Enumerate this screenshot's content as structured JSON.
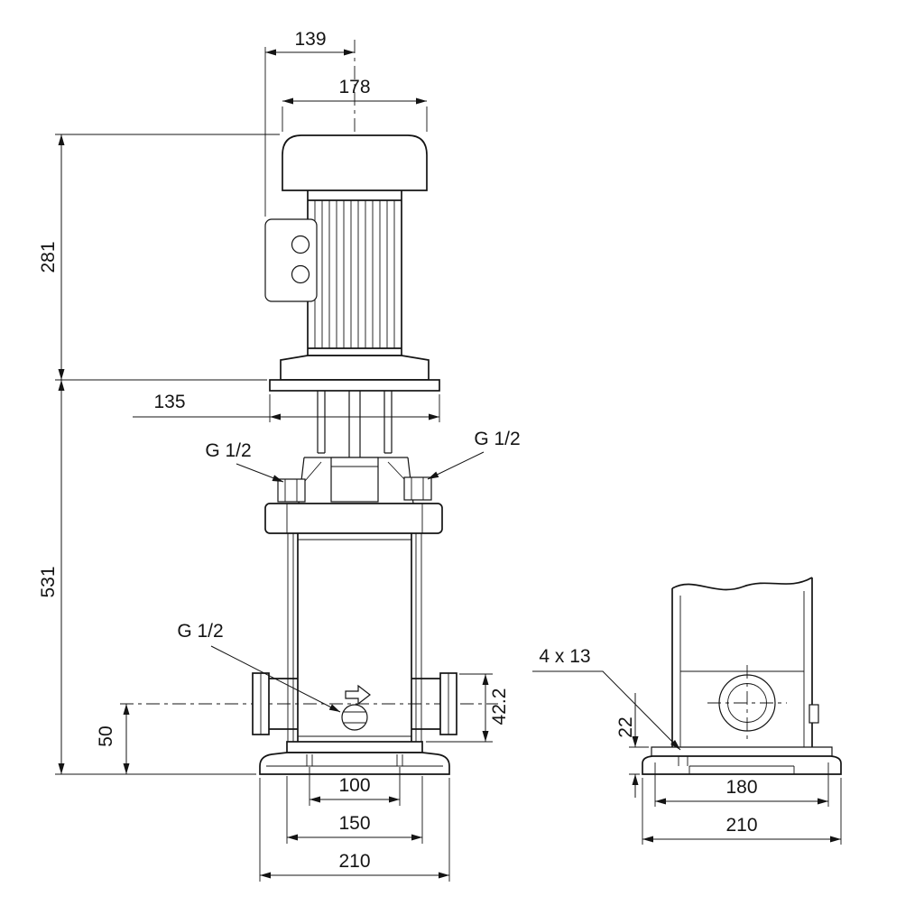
{
  "front": {
    "d139": "139",
    "d178": "178",
    "d281": "281",
    "d531": "531",
    "d135": "135",
    "plug_left": "G 1/2",
    "plug_right": "G 1/2",
    "drain_plug": "G 1/2",
    "d42_2": "42.2",
    "d50": "50",
    "d100": "100",
    "d150": "150",
    "d210": "210"
  },
  "end": {
    "holes": "4 x 13",
    "d22": "22",
    "d180": "180",
    "d210_base": "210"
  },
  "colors": {
    "line": "#141414",
    "background": "#ffffff"
  }
}
